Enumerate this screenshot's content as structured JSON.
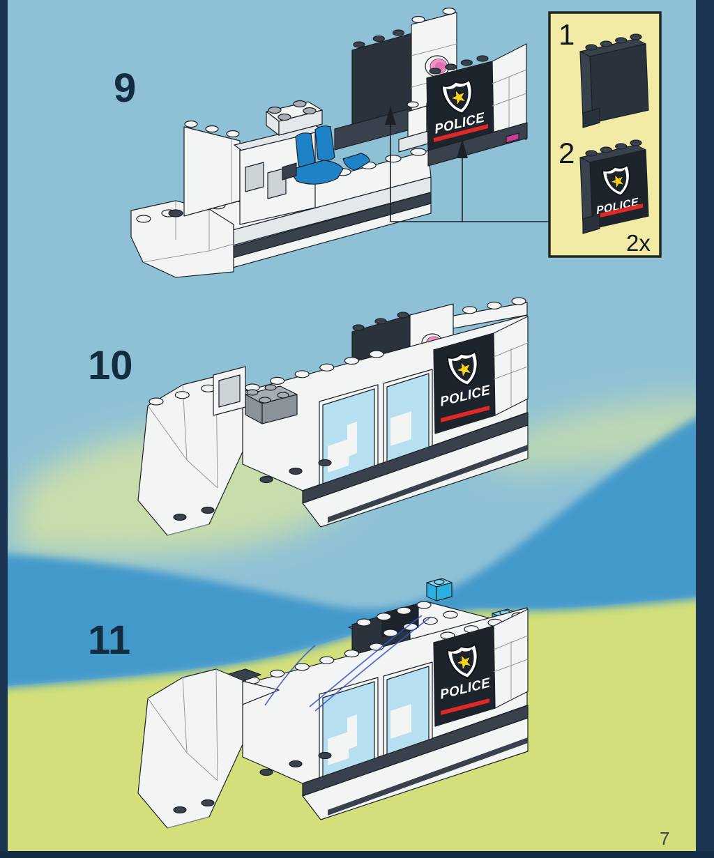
{
  "page": {
    "number": "7"
  },
  "steps": [
    {
      "label": "9"
    },
    {
      "label": "10"
    },
    {
      "label": "11"
    }
  ],
  "callout": {
    "item1_label": "1",
    "item2_label": "2",
    "quantity": "2x"
  },
  "police_text": "POLICE",
  "icons": {
    "badge": "police-star-badge"
  },
  "colors": {
    "page_bg": "#8fc1d6",
    "wave_blue": "#3f97cb",
    "wave_green": "#d2df7a",
    "wash_green": "#dbe69e",
    "border_navy": "#1b3552",
    "callout_bg": "#f1eba6",
    "brick_white": "#f3f5f4",
    "brick_dark": "#2a323c",
    "seat_blue": "#1e82c6",
    "glass_blue": "#b6dff0",
    "trans_blue": "#2ab0e0",
    "light_pink": "#ef93c4",
    "accent_magenta": "#c83c96",
    "police_red": "#e02828",
    "star_yellow": "#f2d21e",
    "number_navy": "#122c40"
  }
}
